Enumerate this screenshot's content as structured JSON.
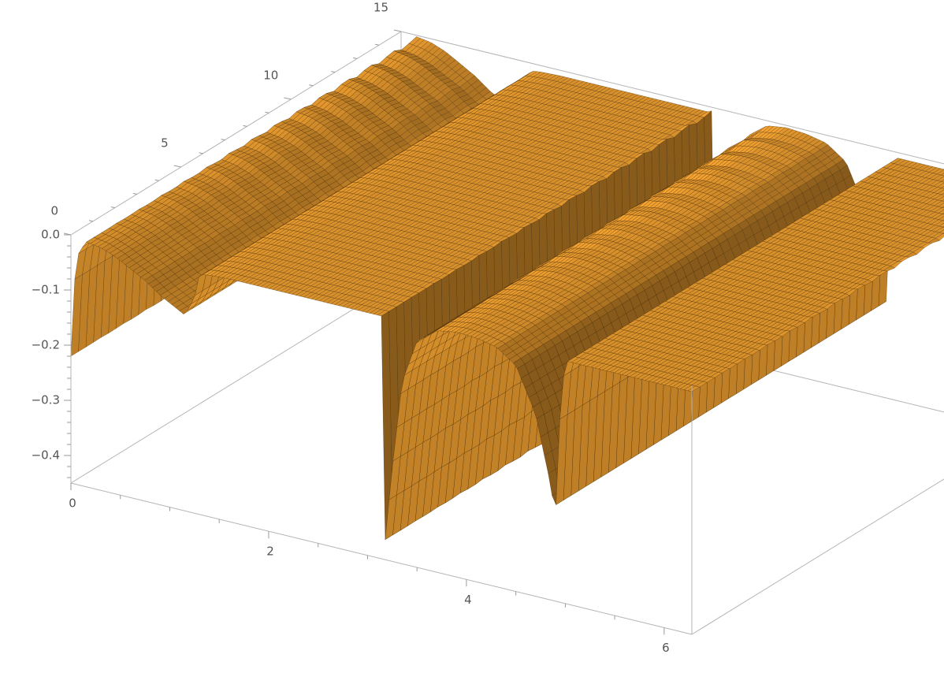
{
  "chart_data": {
    "type": "surface3d",
    "title": "",
    "xlabel": "",
    "ylabel": "",
    "zlabel": "",
    "xlim": [
      0,
      6.28
    ],
    "ylim": [
      0,
      15
    ],
    "zlim": [
      -0.45,
      0.0
    ],
    "x_ticks": [
      "0",
      "2",
      "4",
      "6"
    ],
    "y_ticks": [
      "0",
      "5",
      "10",
      "15"
    ],
    "z_ticks": [
      "0.0",
      "−0.1",
      "−0.2",
      "−0.3",
      "−0.4"
    ],
    "x_tick_values": [
      0,
      2,
      4,
      6
    ],
    "y_tick_values": [
      0,
      5,
      10,
      15
    ],
    "z_tick_values": [
      0.0,
      -0.1,
      -0.2,
      -0.3,
      -0.4
    ],
    "x_profile": [
      [
        0.0,
        -0.22
      ],
      [
        0.05,
        -0.04
      ],
      [
        0.15,
        -0.006
      ],
      [
        0.3,
        -0.01
      ],
      [
        0.45,
        -0.02
      ],
      [
        0.6,
        -0.035
      ],
      [
        0.75,
        -0.05
      ],
      [
        0.9,
        -0.07
      ],
      [
        1.05,
        -0.085
      ],
      [
        1.15,
        -0.095
      ],
      [
        1.25,
        -0.06
      ],
      [
        1.3,
        -0.015
      ],
      [
        1.4,
        -0.012
      ],
      [
        1.6,
        -0.01
      ],
      [
        2.0,
        -0.01
      ],
      [
        2.6,
        -0.01
      ],
      [
        3.14,
        -0.01
      ],
      [
        3.16,
        -0.45
      ],
      [
        3.25,
        -0.28
      ],
      [
        3.35,
        -0.12
      ],
      [
        3.5,
        -0.04
      ],
      [
        3.7,
        -0.012
      ],
      [
        3.9,
        -0.006
      ],
      [
        4.1,
        -0.008
      ],
      [
        4.3,
        -0.015
      ],
      [
        4.5,
        -0.04
      ],
      [
        4.7,
        -0.12
      ],
      [
        4.85,
        -0.24
      ],
      [
        4.9,
        -0.3
      ],
      [
        4.95,
        -0.1
      ],
      [
        5.0,
        -0.01
      ],
      [
        5.3,
        -0.01
      ],
      [
        5.8,
        -0.01
      ],
      [
        6.28,
        -0.01
      ]
    ],
    "surface_color": "#f0a030",
    "mesh_color": "#3a2408",
    "box_color": "#b4b4b4"
  }
}
